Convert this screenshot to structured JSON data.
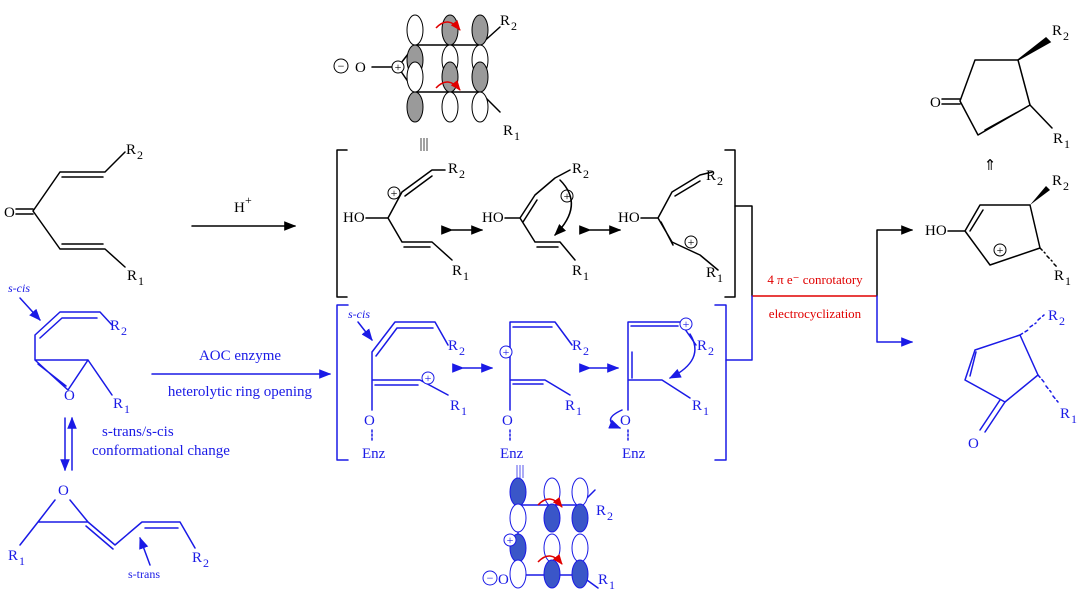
{
  "labels": {
    "r1": "R",
    "r2": "R",
    "sub1": "1",
    "sub2": "2",
    "o": "O",
    "ho": "HO",
    "enz": "Enz",
    "plus": "+",
    "minus": "−",
    "h_plus": "H",
    "s_cis": "s-cis",
    "s_trans": "s-trans",
    "s_trans_s_cis": "s-trans/s-cis",
    "conformational_change": "conformational change",
    "aoc_enzyme": "AOC enzyme",
    "heterolytic_ring_opening": "heterolytic ring opening",
    "conrotatory": "4 π e⁻ conrotatory",
    "electrocyclization": "electrocyclization",
    "equiv": "|||",
    "retro": "⇑"
  },
  "colors": {
    "chemical_path": "#000000",
    "enzymatic_path": "#1a1ae6",
    "electrocyclization": "#e00000",
    "orbital_fill_black": "#9a9a9a",
    "orbital_fill_blue": "#3a56c8"
  }
}
